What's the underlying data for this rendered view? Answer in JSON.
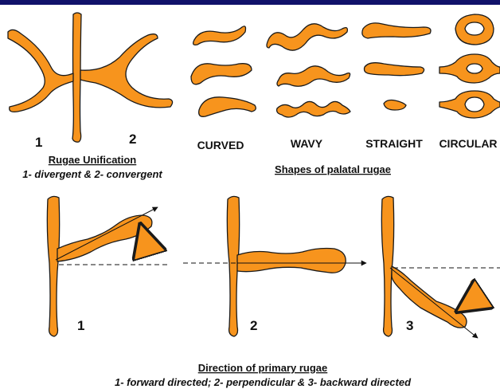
{
  "colors": {
    "shape_fill": "#f7941d",
    "outline": "#1a1a1a",
    "topbar": "#11126a"
  },
  "unification": {
    "label_1": "1",
    "label_2": "2",
    "title": "Rugae Unification",
    "subtitle": "1- divergent & 2- convergent"
  },
  "shapes": {
    "categories": [
      "CURVED",
      "WAVY",
      "STRAIGHT",
      "CIRCULAR"
    ],
    "title": "Shapes of palatal rugae"
  },
  "direction": {
    "labels": [
      "1",
      "2",
      "3"
    ],
    "title": "Direction of primary rugae",
    "subtitle": "1- forward directed; 2- perpendicular & 3- backward directed"
  }
}
